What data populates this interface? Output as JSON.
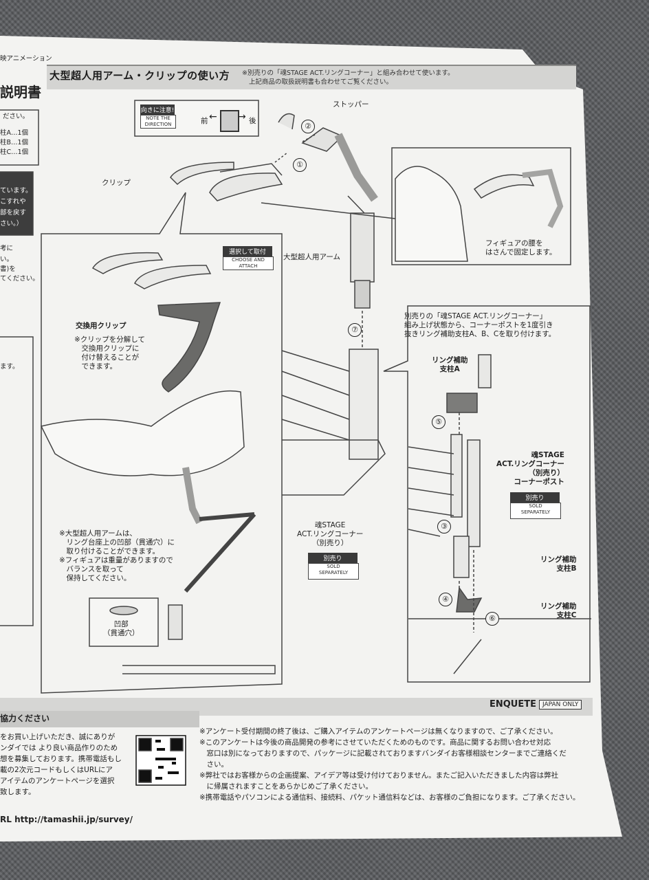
{
  "header": {
    "title": "大型超人用アーム・クリップの使い方",
    "note_line1": "※別売りの「魂STAGE ACT.リングコーナー」と組み合わせて使います。",
    "note_line2": "上記商品の取扱説明書も合わせてご覧ください。"
  },
  "left_strip": {
    "top": "映アニメーション",
    "title": "説明書",
    "line1": "ださい。",
    "parts": [
      "柱A…1個",
      "柱B…1個",
      "柱C…1個"
    ],
    "warn": [
      "ています。",
      "こすれや",
      "部を戻す",
      "さい。）"
    ],
    "misc": [
      "考に",
      "い。",
      "書)を",
      "てください。"
    ],
    "box2": "ます。"
  },
  "direction": {
    "jp": "向きに注意!",
    "en1": "NOTE THE",
    "en2": "DIRECTION",
    "front": "前",
    "back": "後"
  },
  "labels": {
    "stopper": "ストッパー",
    "clip": "クリップ",
    "arm": "大型超人用アーム",
    "choose_jp": "選択して取付",
    "choose_en1": "CHOOSE AND",
    "choose_en2": "ATTACH",
    "exchange_clip": "交換用クリップ",
    "exchange_note": [
      "※クリップを分解して",
      "　交換用クリップに",
      "　付け替えることが",
      "　できます。"
    ],
    "waist_note": [
      "フィギュアの腰を",
      "はさんで固定します。"
    ],
    "arm_note": [
      "※大型超人用アームは、",
      "　リング台座上の凹部（貫通穴）に",
      "　取り付けることができます。",
      "※フィギュアは重量がありますので",
      "　バランスを取って",
      "　保持してください。"
    ],
    "hole": [
      "凹部",
      "（貫通穴）"
    ],
    "ring_corner": [
      "魂STAGE",
      "ACT.リングコーナー",
      "（別売り）"
    ],
    "sold_jp": "別売り",
    "sold_en1": "SOLD",
    "sold_en2": "SEPARATELY",
    "step_note": [
      "別売りの「魂STAGE ACT.リングコーナー」",
      "組み上げ状態から、コーナーポストを1度引き",
      "抜きリング補助支柱A、B、Cを取り付けます。"
    ],
    "support_a": [
      "リング補助",
      "支柱A"
    ],
    "support_b": [
      "リング補助",
      "支柱B"
    ],
    "support_c": [
      "リング補助",
      "支柱C"
    ],
    "corner_post": [
      "魂STAGE",
      "ACT.リングコーナー",
      "（別売り）",
      "コーナーポスト"
    ]
  },
  "steps": [
    "①",
    "②",
    "③",
    "④",
    "⑤",
    "⑥",
    "⑦"
  ],
  "enquete": {
    "title": "ENQUETE",
    "badge": "JAPAN ONLY",
    "left_head": "協力ください",
    "left_lines": [
      "をお買い上げいただき、誠にありが",
      "ンダイでは より良い商品作りのため",
      "想を募集しております。携帯電話もし",
      "載の2次元コードもしくはURLにア",
      "アイテムのアンケートページを選択",
      "致します。"
    ],
    "url": "RL http://tamashii.jp/survey/",
    "notes": [
      "※アンケート受付期間の終了後は、ご購入アイテムのアンケートページは無くなりますので、ご了承ください。",
      "※このアンケートは今後の商品開発の参考にさせていただくためのものです。商品に関するお問い合わせ対応",
      "　窓口は別になっておりますので、パッケージに記載されておりますバンダイお客様相談センターまでご連絡くだ",
      "　さい。",
      "※弊社ではお客様からの企画提案、アイデア等は受け付けておりません。またご記入いただきました内容は弊社",
      "　に帰属されますことをあらかじめご了承ください。",
      "※携帯電話やパソコンによる通信料、接続料、パケット通信料などは、お客様のご負担になります。ご了承ください。"
    ]
  }
}
